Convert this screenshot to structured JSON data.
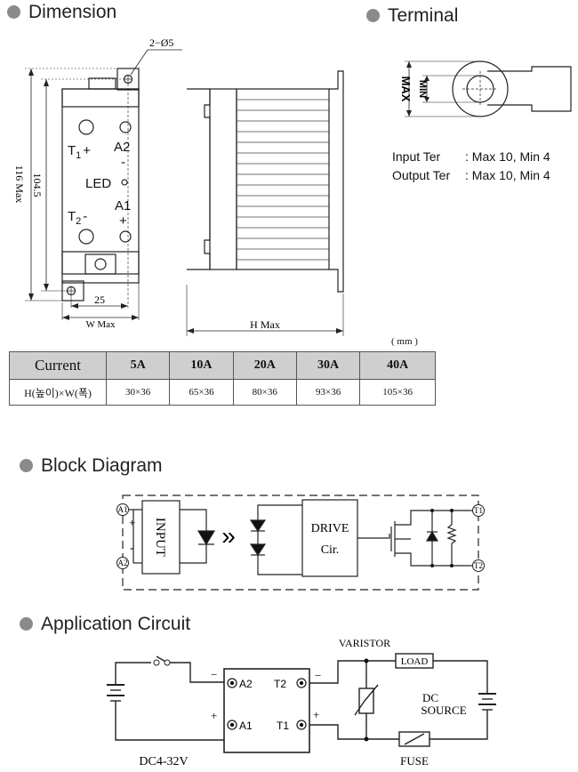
{
  "sections": {
    "dimension": "Dimension",
    "terminal": "Terminal",
    "block_diagram": "Block Diagram",
    "application_circuit": "Application Circuit"
  },
  "dimension_drawing": {
    "hole_label": "2−Ø5",
    "height_outer": "116 Max",
    "height_inner": "104.5",
    "width_pitch": "25",
    "width_max": "W Max",
    "depth_max": "H Max",
    "labels": {
      "t1": "T",
      "t1_sub": "1",
      "t1_sign": "+",
      "a2": "A2",
      "a2_sign": "-",
      "led": "LED",
      "a1": "A1",
      "a1_sign": "+",
      "t2": "T",
      "t2_sub": "2",
      "t2_sign": "-"
    }
  },
  "terminal": {
    "max_label": "MAX",
    "min_label": "MIN",
    "input_label": "Input Ter",
    "input_value": ": Max 10, Min 4",
    "output_label": "Output Ter",
    "output_value": ": Max 10, Min 4"
  },
  "table": {
    "unit": "( mm )",
    "header_label": "Current",
    "row_label": "H(높이)×W(폭)",
    "columns": [
      "5A",
      "10A",
      "20A",
      "30A",
      "40A"
    ],
    "values": [
      "30×36",
      "65×36",
      "80×36",
      "93×36",
      "105×36"
    ]
  },
  "block_diagram": {
    "a1": "A1",
    "a2": "A2",
    "t1": "T1",
    "t2": "T2",
    "plus": "+",
    "minus": "-",
    "input": "INPUT",
    "arrows": "»",
    "drive_line1": "DRIVE",
    "drive_line2": "Cir."
  },
  "application_circuit": {
    "a2": "A2",
    "a1": "A1",
    "t2": "T2",
    "t1": "T1",
    "minus": "−",
    "plus": "+",
    "varistor": "VARISTOR",
    "load": "LOAD",
    "dc_line1": "DC",
    "dc_line2": "SOURCE",
    "fuse": "FUSE",
    "supply": "DC4-32V"
  }
}
